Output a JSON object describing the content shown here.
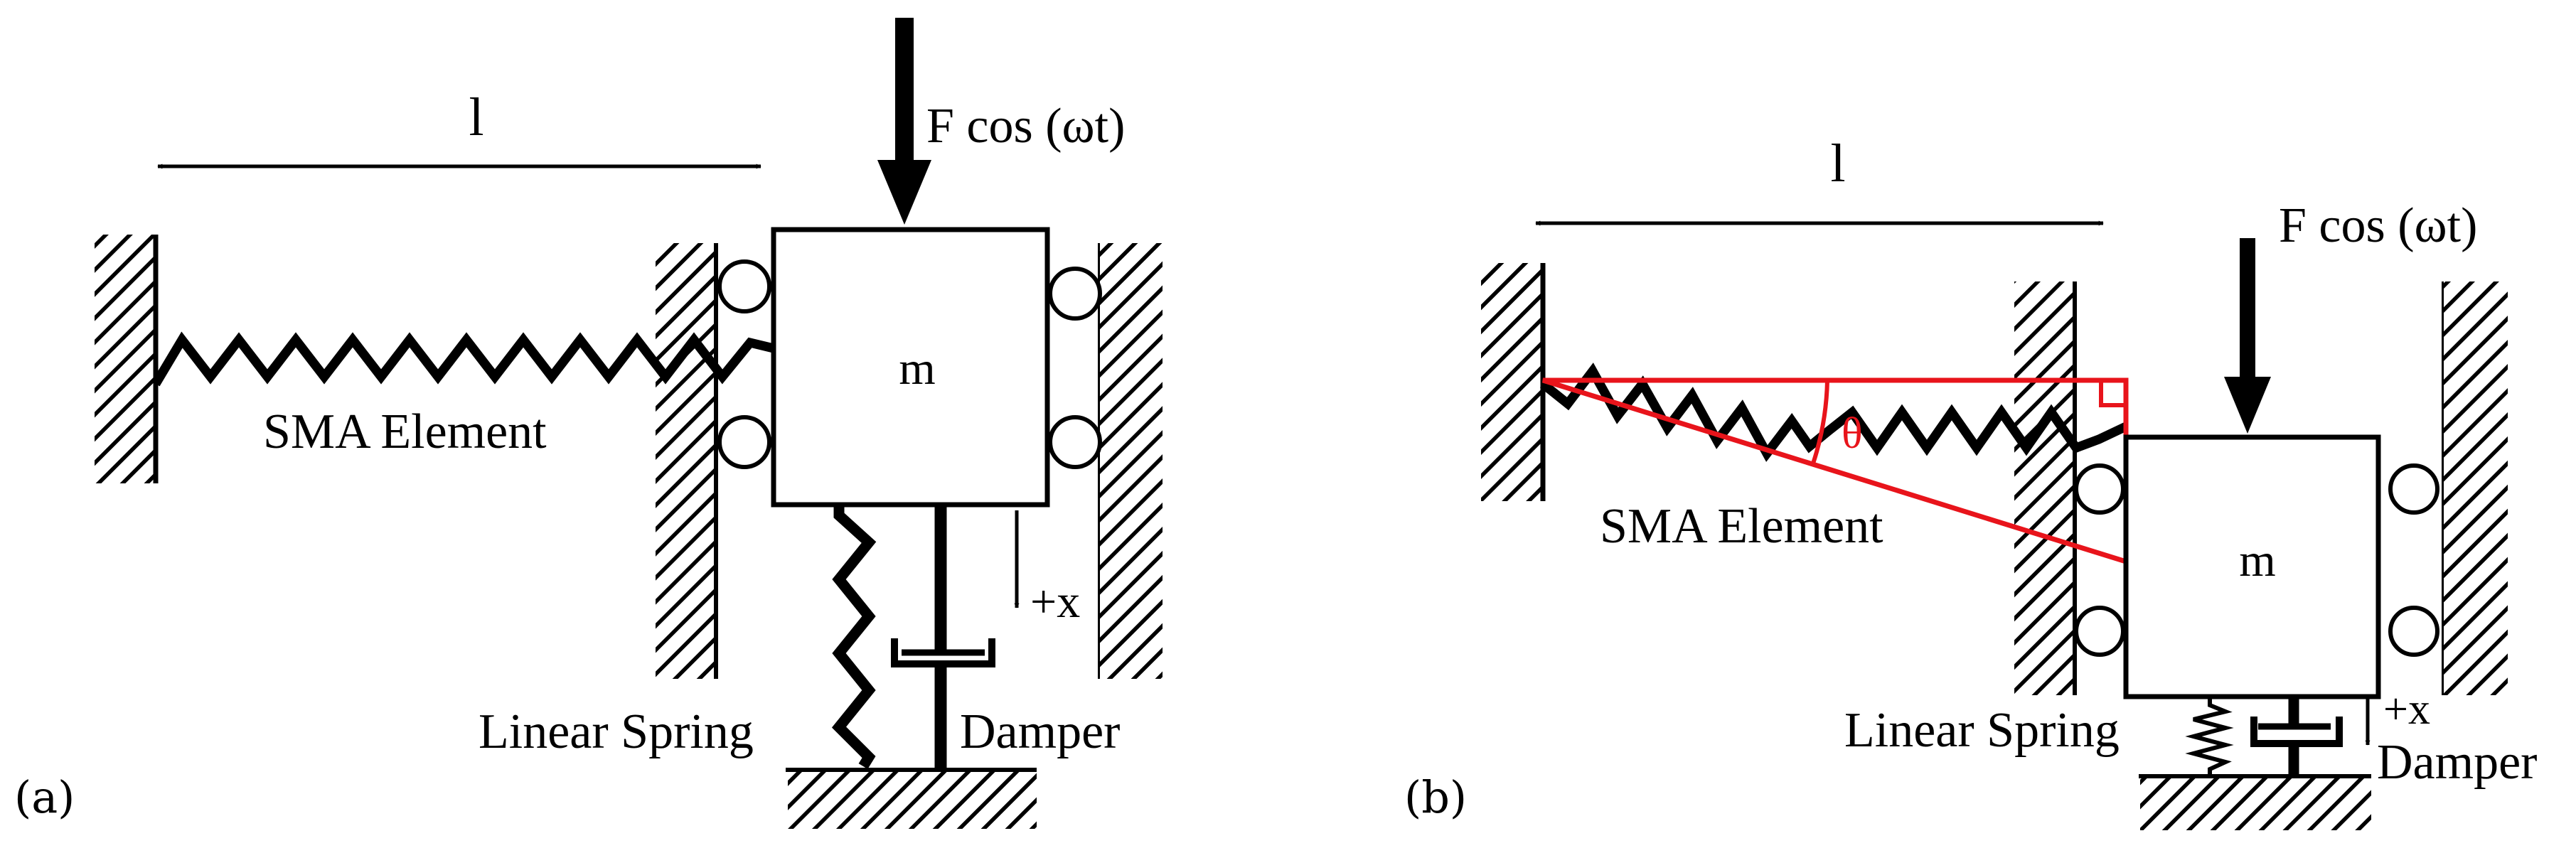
{
  "panel_a": {
    "tag": "(a)",
    "length_label": "l",
    "force_label": "F cos (ωt)",
    "mass_label": "m",
    "sma_label": "SMA Element",
    "spring_label": "Linear Spring",
    "damper_label": "Damper",
    "displacement_label": "+x"
  },
  "panel_b": {
    "tag": "(b)",
    "length_label": "l",
    "force_label": "F cos (ωt)",
    "mass_label": "m",
    "sma_label": "SMA Element",
    "angle_label": "θ",
    "spring_label": "Linear Spring",
    "damper_label": "Damper",
    "displacement_label": "+x"
  },
  "colors": {
    "ink": "#000000",
    "highlight": "#e8141b"
  }
}
